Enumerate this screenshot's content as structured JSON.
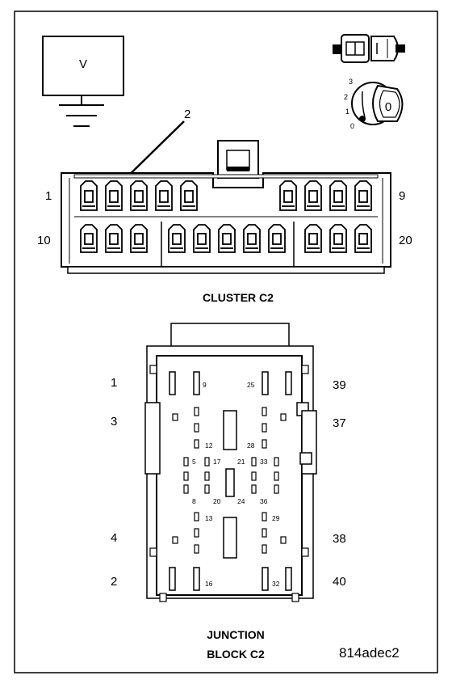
{
  "voltmeter": {
    "symbol": "V"
  },
  "ignition": {
    "positions": [
      "3",
      "2",
      "1",
      "0"
    ],
    "key_label": "0"
  },
  "callout": {
    "label": "2"
  },
  "cluster_c2": {
    "title": "CLUSTER C2",
    "pin_top_left": "1",
    "pin_top_right": "9",
    "pin_bottom_left": "10",
    "pin_bottom_right": "20"
  },
  "junction_block_c2": {
    "title_line1": "JUNCTION",
    "title_line2": "BLOCK C2",
    "outer_labels": {
      "left": [
        "1",
        "3",
        "4",
        "2"
      ],
      "right": [
        "39",
        "37",
        "38",
        "40"
      ]
    },
    "cavity_labels": [
      "9",
      "25",
      "12",
      "28",
      "5",
      "17",
      "21",
      "33",
      "8",
      "20",
      "24",
      "36",
      "13",
      "29",
      "16",
      "32"
    ]
  },
  "figure_code": "814adec2"
}
